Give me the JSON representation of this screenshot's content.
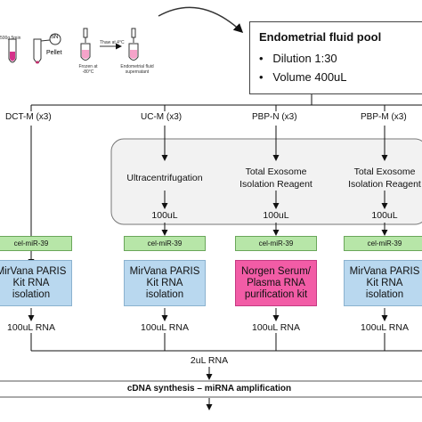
{
  "pool": {
    "title": "Endometrial fluid pool",
    "items": [
      "Dilution 1:30",
      "Volume 400uL"
    ]
  },
  "prep": {
    "spin": "500g 5min",
    "sn": "SN",
    "pellet": "Pellet",
    "frozen": "Frozen at -80°C",
    "thaw": "Thaw at 4°C",
    "supernatant": "Endometrial fluid supernatant"
  },
  "methods": [
    "DCT-M (x3)",
    "UC-M (x3)",
    "PBP-N (x3)",
    "PBP-M (x3)"
  ],
  "steps": {
    "uc": "Ultracentrifugation",
    "tei1": "Total Exosome Isolation Reagent",
    "tei2": "Total Exosome Isolation Reagent",
    "vol1": "100uL",
    "vol2": "100uL",
    "vol3": "100uL"
  },
  "spikein": "cel-miR-39",
  "kits": {
    "k1": "MirVana PARIS Kit RNA isolation",
    "k2": "MirVana PARIS Kit RNA isolation",
    "k3": "Norgen Serum/ Plasma RNA purification kit",
    "k4": "MirVana PARIS Kit RNA isolation"
  },
  "rna": "100uL RNA",
  "merge": "2uL RNA",
  "final": "cDNA synthesis – miRNA amplification",
  "colors": {
    "green": "#b7e6a8",
    "blue": "#b9d8ef",
    "pink": "#f25ca6"
  }
}
